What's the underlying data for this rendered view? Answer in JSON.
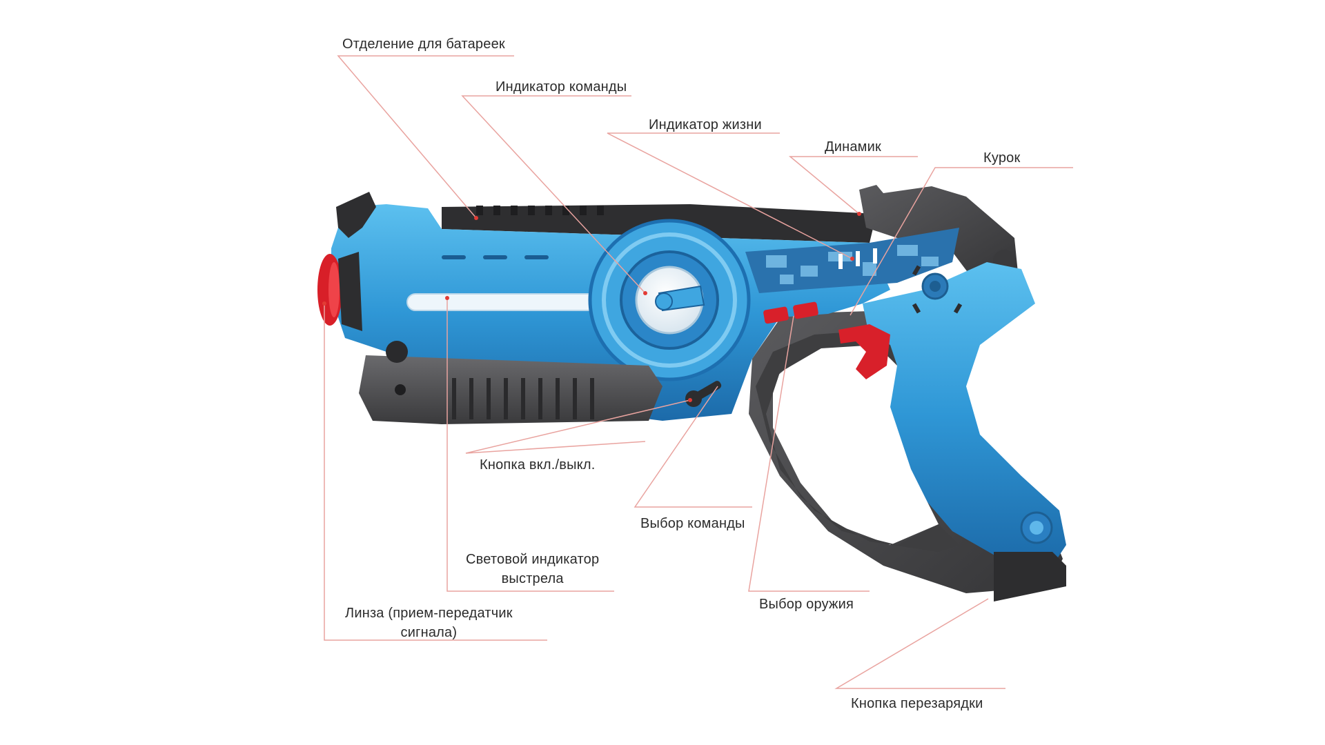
{
  "colors": {
    "body_blue": "#2f97d6",
    "body_blue_dark": "#1d6fb0",
    "body_blue_light": "#6cc3f0",
    "grip_gray": "#4a4a4c",
    "accent_red": "#e8202a",
    "leader_line": "#e9a39f",
    "leader_dot": "#e23b35",
    "label_text": "#2b2b2b"
  },
  "labels": {
    "battery": "Отделение для батареек",
    "team_indicator": "Индикатор команды",
    "life_indicator": "Индикатор жизни",
    "speaker": "Динамик",
    "trigger": "Курок",
    "power_button": "Кнопка вкл./выкл.",
    "team_select": "Выбор команды",
    "shot_indicator_line1": "Световой индикатор",
    "shot_indicator_line2": "выстрела",
    "lens_line1": "Линза (прием-передатчик",
    "lens_line2": "сигнала)",
    "weapon_select": "Выбор оружия",
    "reload_button": "Кнопка перезарядки"
  }
}
